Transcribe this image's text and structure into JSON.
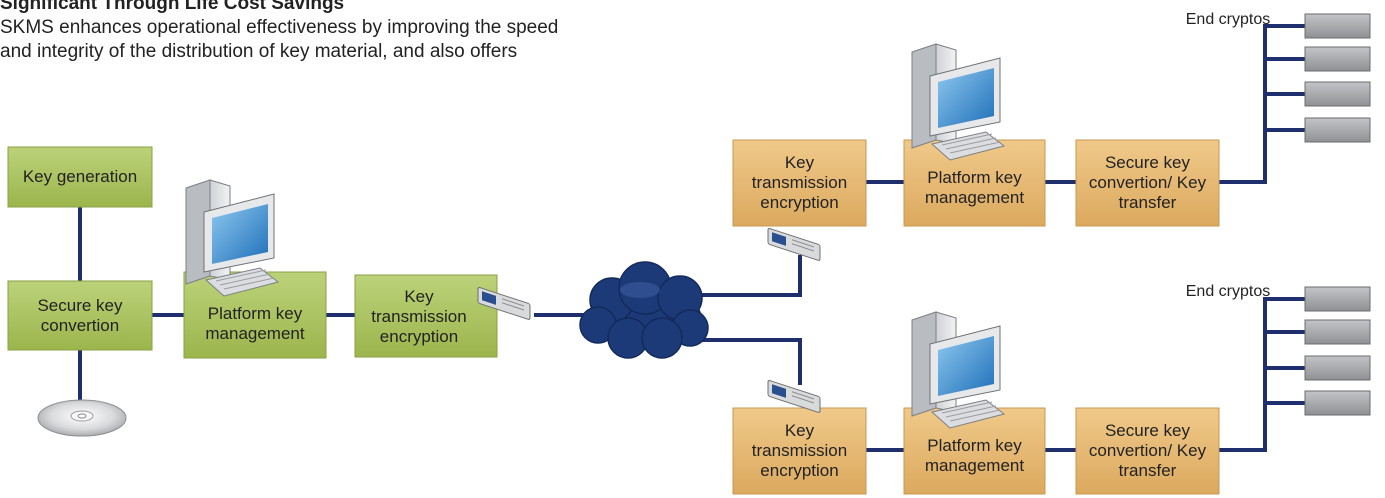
{
  "header": {
    "heading": "Significant Through Life Cost Savings",
    "line1": "SKMS enhances operational effectiveness by improving the speed",
    "line2": "and integrity of the distribution of key material, and also offers"
  },
  "labels": {
    "key_generation": "Key generation",
    "secure_key_conversion": "Secure key convertion",
    "platform_key_management": "Platform key management",
    "key_transmission_encryption": "Key transmission encryption",
    "secure_key_conversion_transfer": "Secure key convertion/ Key transfer",
    "end_cryptos": "End cryptos"
  },
  "colors": {
    "green_box": "#a9c25a",
    "orange_box": "#e6b871",
    "link_line": "#1f2f6e",
    "cloud": "#1d3a78",
    "crypto_unit": "#a7a9ac"
  }
}
